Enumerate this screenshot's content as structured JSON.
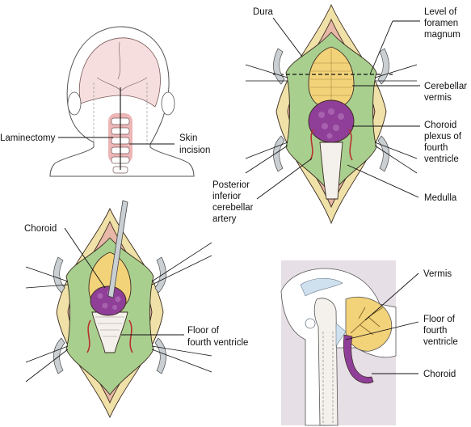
{
  "labels": {
    "laminectomy": "Laminectomy",
    "skin_incision": [
      "Skin",
      "incision"
    ],
    "dura": "Dura",
    "level_foramen_magnum": [
      "Level of",
      "foramen",
      "magnum"
    ],
    "cerebellar_vermis": [
      "Cerebellar",
      "vermis"
    ],
    "choroid_plexus": [
      "Choroid",
      "plexus of",
      "fourth",
      "ventricle"
    ],
    "pica": [
      "Posterior",
      "inferior",
      "cerebellar",
      "artery"
    ],
    "medulla": "Medulla",
    "choroid_retracted": "Choroid",
    "floor_fourth_ventricle": [
      "Floor of",
      "fourth ventricle"
    ],
    "vermis": "Vermis",
    "floor_fourth_ventricle_sagittal": [
      "Floor of",
      "fourth",
      "ventricle"
    ],
    "choroid_sagittal": "Choroid"
  },
  "colors": {
    "dura_green": "#a9cf8f",
    "cerebellum_yellow": "#f3d37a",
    "choroid_purple": "#8f3f98",
    "artery_red": "#b6322e",
    "skin_tan": "#f0e1a8",
    "muscle_pink": "#e7b7a7",
    "sagittal_panel": "#e7dfe6",
    "spine_highlight": "#e48f8f",
    "retractor_gray": "#c9cfd3"
  },
  "icons": {
    "head": "posterior-head-outline",
    "retractor": "surgical-retractor",
    "forceps": "forceps"
  }
}
